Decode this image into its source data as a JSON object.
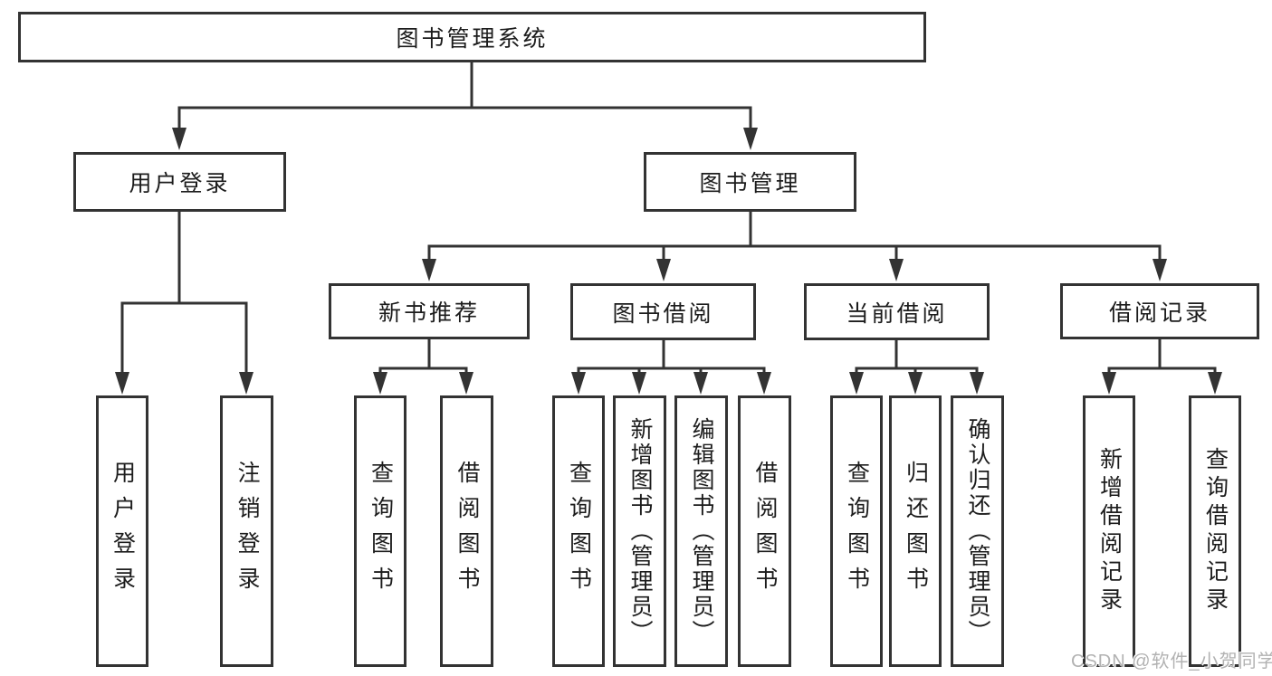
{
  "diagram": {
    "root": "图书管理系统",
    "branches": {
      "login": {
        "label": "用户登录",
        "children": [
          "用户登录",
          "注销登录"
        ]
      },
      "manage": {
        "label": "图书管理"
      }
    },
    "manage_sections": [
      {
        "label": "新书推荐",
        "children": [
          "查询图书",
          "借阅图书"
        ]
      },
      {
        "label": "图书借阅",
        "children": [
          "查询图书",
          "新增图书（管理员）",
          "编辑图书（管理员）",
          "借阅图书"
        ]
      },
      {
        "label": "当前借阅",
        "children": [
          "查询图书",
          "归还图书",
          "确认归还（管理员）"
        ]
      },
      {
        "label": "借阅记录",
        "children": [
          "新增借阅记录",
          "查询借阅记录"
        ]
      }
    ],
    "watermark": "CSDN @软件_小贺同学",
    "colors": {
      "ink": "#333333",
      "watermark": "#b2b2b2",
      "background": "#ffffff"
    }
  }
}
